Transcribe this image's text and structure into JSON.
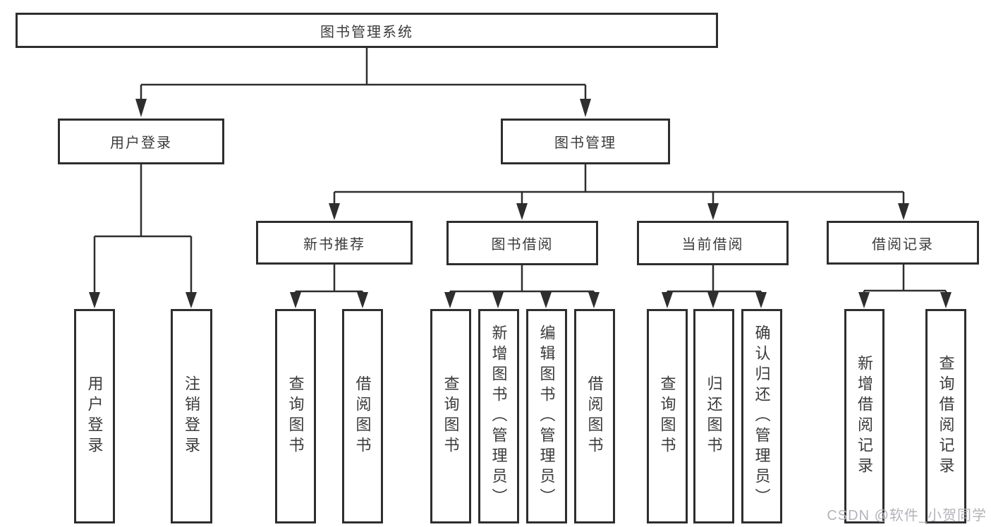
{
  "diagram_title": "图书管理系统",
  "tree": {
    "label": "图书管理系统",
    "children": [
      {
        "label": "用户登录",
        "children": [
          {
            "label": "用户登录"
          },
          {
            "label": "注销登录"
          }
        ]
      },
      {
        "label": "图书管理",
        "children": [
          {
            "label": "新书推荐",
            "children": [
              {
                "label": "查询图书"
              },
              {
                "label": "借阅图书"
              }
            ]
          },
          {
            "label": "图书借阅",
            "children": [
              {
                "label": "查询图书"
              },
              {
                "label": "新增图书（管理员）"
              },
              {
                "label": "编辑图书（管理员）"
              },
              {
                "label": "借阅图书"
              }
            ]
          },
          {
            "label": "当前借阅",
            "children": [
              {
                "label": "查询图书"
              },
              {
                "label": "归还图书"
              },
              {
                "label": "确认归还（管理员）"
              }
            ]
          },
          {
            "label": "借阅记录",
            "children": [
              {
                "label": "新增借阅记录"
              },
              {
                "label": "查询借阅记录"
              }
            ]
          }
        ]
      }
    ]
  },
  "watermark": "CSDN @软件_小贺同学",
  "colors": {
    "line": "#2e2e2e",
    "text": "#3b3b3b",
    "box_background": "#ffffff",
    "watermark": "#b3b3bb"
  }
}
